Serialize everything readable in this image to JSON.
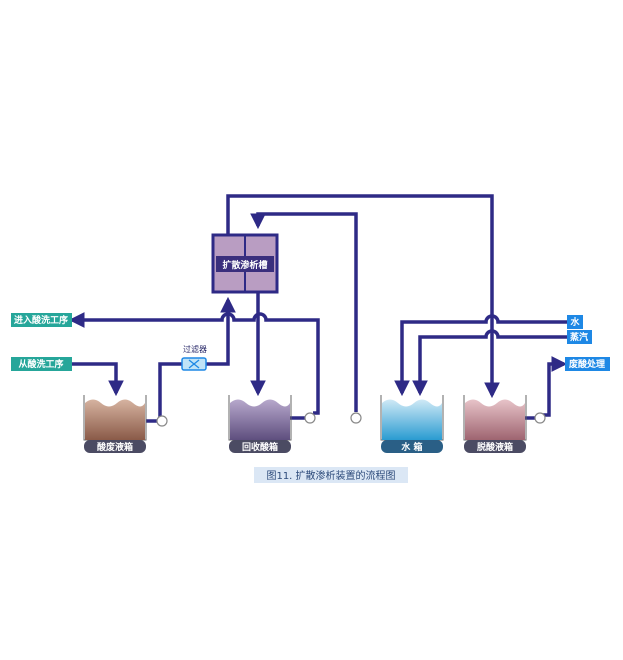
{
  "diagram": {
    "dialysis_tank": "扩散渗析槽",
    "filter": "过滤器",
    "inputs": {
      "to_pickling": "进入酸洗工序",
      "from_pickling": "从酸洗工序",
      "water": "水",
      "steam": "蒸汽",
      "waste_treatment": "废酸处理"
    },
    "tanks": {
      "waste_acid": "酸废液箱",
      "recovered_acid": "回收酸箱",
      "water_tank": "水  箱",
      "deacid_waste": "脱酸液箱"
    },
    "caption": "图11. 扩散渗析装置的流程图"
  },
  "colors": {
    "line": "#2e2a86",
    "label_teal": "#26a69a",
    "label_blue": "#1e88e5",
    "tank_base": "#4b4b63"
  }
}
